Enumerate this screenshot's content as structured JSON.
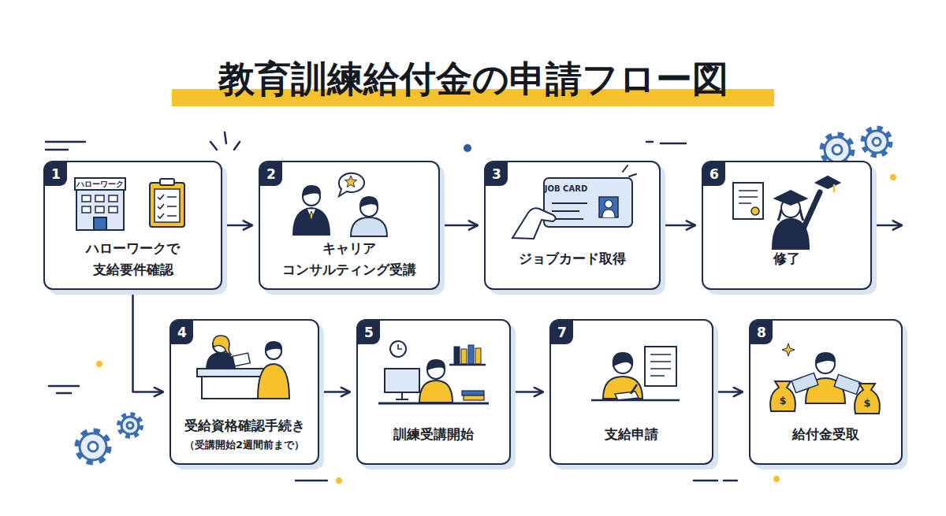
{
  "diagram": {
    "title": "教育訓練給付金の申請フロー図",
    "nodes": [
      {
        "text": [
          "1",
          "ハローワークで 支給要件確認"
        ]
      },
      {
        "text": [
          "2",
          "キャリア コンサルティング受講"
        ]
      },
      {
        "text": [
          "3",
          "ジョブカード取得"
        ]
      },
      {
        "text": [
          "6",
          "修了"
        ]
      },
      {
        "text": [
          "4",
          "受給資格確認手続き",
          "（受講開始2週間前まで）"
        ]
      },
      {
        "text": [
          "5",
          "訓練受講開始"
        ]
      },
      {
        "text": [
          "7",
          "支給申請"
        ]
      },
      {
        "text": [
          "8",
          "給付金受取"
        ]
      }
    ],
    "edges": [
      {
        "from": 0,
        "to": 1,
        "arrow": "to"
      },
      {
        "from": 1,
        "to": 2,
        "arrow": "to"
      },
      {
        "from": 2,
        "to": 3,
        "arrow": "to"
      },
      {
        "from": 0,
        "to": 4,
        "arrow": "to"
      },
      {
        "from": 4,
        "to": 5,
        "arrow": "to"
      },
      {
        "from": 5,
        "to": 6,
        "arrow": "to"
      },
      {
        "from": 6,
        "to": 7,
        "arrow": "to"
      }
    ],
    "labels": [
      "ハローワーク",
      "JOB CARD",
      "$",
      "$"
    ]
  }
}
